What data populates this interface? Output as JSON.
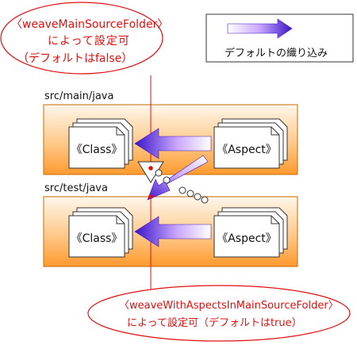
{
  "callout_top": {
    "line1": "〈weaveMainSourceFolder〉",
    "line2": "によって設定可",
    "line3": "（デフォルトはfalse）"
  },
  "callout_bottom": {
    "line1": "〈weaveWithAspectsInMainSourceFolder〉",
    "line2": "によって設定可（デフォルトはtrue）"
  },
  "legend": {
    "label": "デフォルトの織り込み"
  },
  "main_folder": {
    "label": "src/main/java",
    "class_label": "《Class》",
    "aspect_label": "《Aspect》"
  },
  "test_folder": {
    "label": "src/test/java",
    "class_label": "《Class》",
    "aspect_label": "《Aspect》"
  },
  "colors": {
    "callout_red": "#e01010",
    "folder_orange": "#ff9a2e",
    "arrow_purple": "#4a1fd0"
  }
}
